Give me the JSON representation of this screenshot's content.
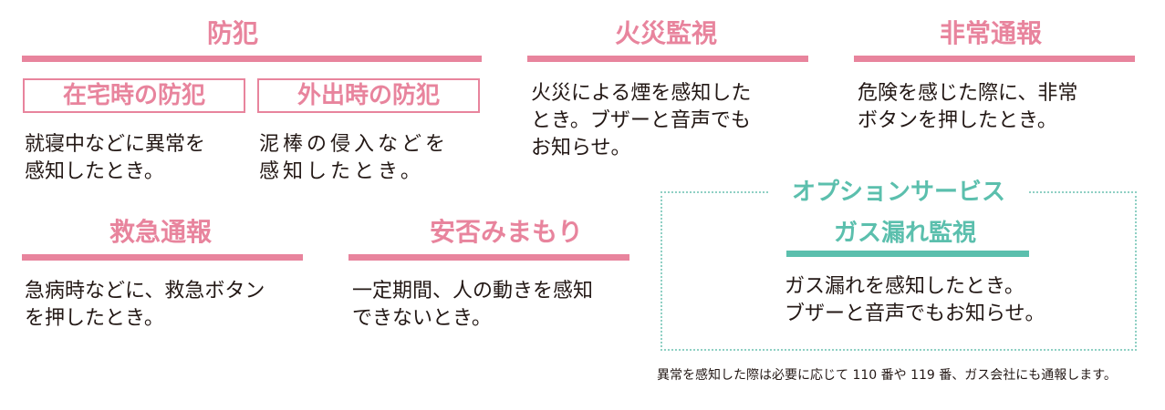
{
  "bouhan": {
    "title": "防犯",
    "zaitaku": {
      "title": "在宅時の防犯",
      "text": "就寝中などに異常を\n感知したとき。"
    },
    "gaishutsu": {
      "title": "外出時の防犯",
      "text": "泥棒の侵入などを\n感知したとき。"
    }
  },
  "kasai": {
    "title": "火災監視",
    "text": "火災による煙を感知した\nとき。ブザーと音声でも\nお知らせ。"
  },
  "hijou": {
    "title": "非常通報",
    "text": "危険を感じた際に、非常\nボタンを押したとき。"
  },
  "kyukyu": {
    "title": "救急通報",
    "text": "急病時などに、救急ボタン\nを押したとき。"
  },
  "anpi": {
    "title": "安否みまもり",
    "text": "一定期間、人の動きを感知\nできないとき。"
  },
  "option": {
    "label": "オプションサービス",
    "title": "ガス漏れ監視",
    "text": "ガス漏れを感知したとき。\nブザーと音声でもお知らせ。"
  },
  "footnote": "異常を感知した際は必要に応じて 110 番や 119 番、ガス会社にも通報します。",
  "colors": {
    "pink": "#e8849d",
    "teal": "#5bbfad",
    "text": "#231815"
  }
}
